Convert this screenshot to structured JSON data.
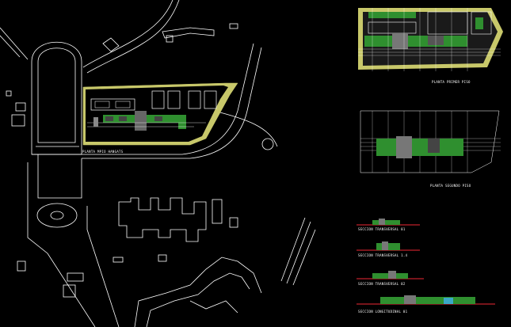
{
  "app": {
    "background": "#000000",
    "line_color": "#ffffff",
    "accent_yellow": "#c8c86a",
    "accent_green": "#2f8f2f",
    "accent_red": "#c0202a",
    "accent_cyan": "#3aa8c8"
  },
  "labels": {
    "site_plan": "PLANTA MPIO HANGATS",
    "floor_plan_upper": "PLANTA PRIMER PISO",
    "floor_plan_lower": "PLANTA SEGUNDO PISO",
    "section_1": "SECCION TRANSVERSAL 01",
    "section_2": "SECCION TRANSVERSAL 1.4",
    "section_3": "SECCION TRANSVERSAL 02",
    "section_4": "SECCION LONGITUDINAL 01"
  }
}
